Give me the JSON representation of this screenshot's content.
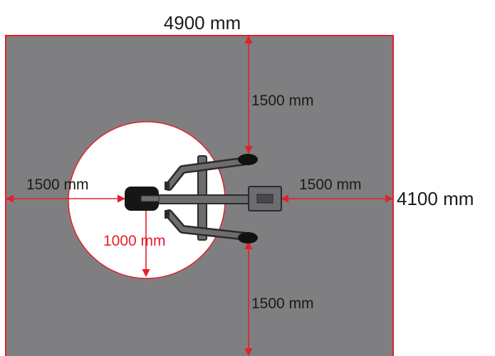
{
  "dimensions": {
    "width_label": "4900 mm",
    "height_label": "4100 mm"
  },
  "clearances": {
    "top": "1500 mm",
    "bottom": "1500 mm",
    "left": "1500 mm",
    "right": "1500 mm",
    "radius": "1000 mm"
  },
  "colors": {
    "floor": "#7f7f81",
    "dimension_line": "#e3202b",
    "turning_circle": "#ffffff",
    "equipment_dark": "#2b2a2c",
    "equipment_mid": "#6d6c6e"
  }
}
